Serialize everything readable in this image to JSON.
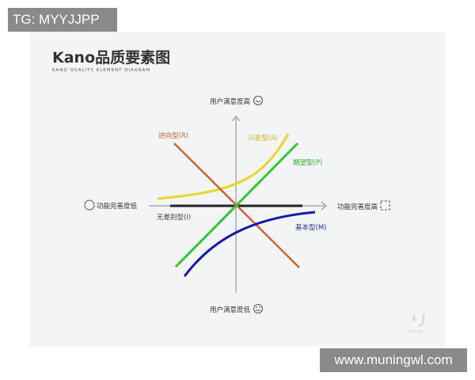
{
  "title": "Kano品质要素图",
  "subtitle": "KANO QUALITY ELEMENT DIAGRAM",
  "axes": {
    "y_high": "用户满意度高",
    "y_low": "用户满意度低",
    "x_low": "功能完善度低",
    "x_high": "功能完善度高"
  },
  "curves": {
    "reverse": {
      "label": "逆向型(R)",
      "color": "#d0642f"
    },
    "attractive": {
      "label": "兴奋型(A)",
      "color": "#e8d62a"
    },
    "performance": {
      "label": "期望型(P)",
      "color": "#2fc82f"
    },
    "indifferent": {
      "label": "无差别型(I)",
      "color": "#222222"
    },
    "must_be": {
      "label": "基本型(M)",
      "color": "#1418b0"
    }
  },
  "logo_text": "JI Design",
  "watermarks": {
    "top": "TG: MYYJJPP",
    "bottom": "www.muningwl.com"
  }
}
